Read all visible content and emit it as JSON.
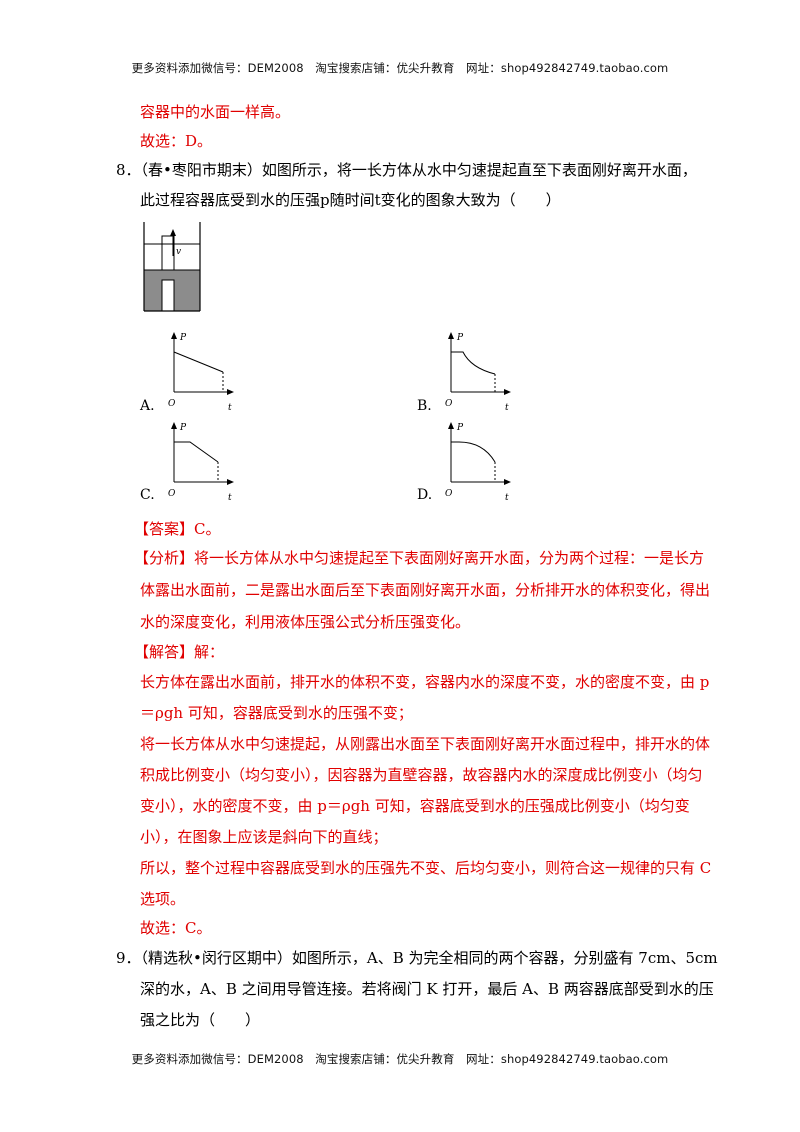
{
  "header": "更多资料添加微信号：DEM2008　淘宝搜索店铺：优尖升教育　网址：shop492842749.taobao.com",
  "footer": "更多资料添加微信号：DEM2008　淘宝搜索店铺：优尖升教育　网址：shop492842749.taobao.com",
  "prev": {
    "line1": "容器中的水面一样高。",
    "line2": "故选：D。"
  },
  "q8": {
    "line1": "8．（春•枣阳市期末）如图所示，将一长方体从水中匀速提起直至下表面刚好离开水面，",
    "line2": "此过程容器底受到水的压强p随时间t变化的图象大致为（　　）",
    "figure_label": "v",
    "options": [
      {
        "letter": "A.",
        "p": "P",
        "o": "O",
        "t": "t"
      },
      {
        "letter": "B.",
        "p": "P",
        "o": "O",
        "t": "t"
      },
      {
        "letter": "C.",
        "p": "P",
        "o": "O",
        "t": "t"
      },
      {
        "letter": "D.",
        "p": "P",
        "o": "O",
        "t": "t"
      }
    ],
    "answer": "【答案】C。",
    "analysis": [
      "【分析】将一长方体从水中匀速提起至下表面刚好离开水面，分为两个过程：一是长方",
      "体露出水面前，二是露出水面后至下表面刚好离开水面，分析排开水的体积变化，得出",
      "水的深度变化，利用液体压强公式分析压强变化。"
    ],
    "solution_title": "【解答】解：",
    "solution": [
      "长方体在露出水面前，排开水的体积不变，容器内水的深度不变，水的密度不变，由 p",
      "＝ρgh 可知，容器底受到水的压强不变；",
      "将一长方体从水中匀速提起，从刚露出水面至下表面刚好离开水面过程中，排开水的体",
      "积成比例变小（均匀变小），因容器为直壁容器，故容器内水的深度成比例变小（均匀",
      "变小），水的密度不变，由 p＝ρgh 可知，容器底受到水的压强成比例变小（均匀变",
      "小），在图象上应该是斜向下的直线；",
      "所以，整个过程中容器底受到水的压强先不变、后均匀变小，则符合这一规律的只有 C",
      "选项。"
    ],
    "conclusion": "故选：C。"
  },
  "q9": {
    "line1": "9．（精选秋•闵行区期中）如图所示，A、B 为完全相同的两个容器，分别盛有 7cm、5cm",
    "line2": "深的水，A、B 之间用导管连接。若将阀门 K 打开，最后 A、B 两容器底部受到水的压",
    "line3": "强之比为（　　）"
  }
}
